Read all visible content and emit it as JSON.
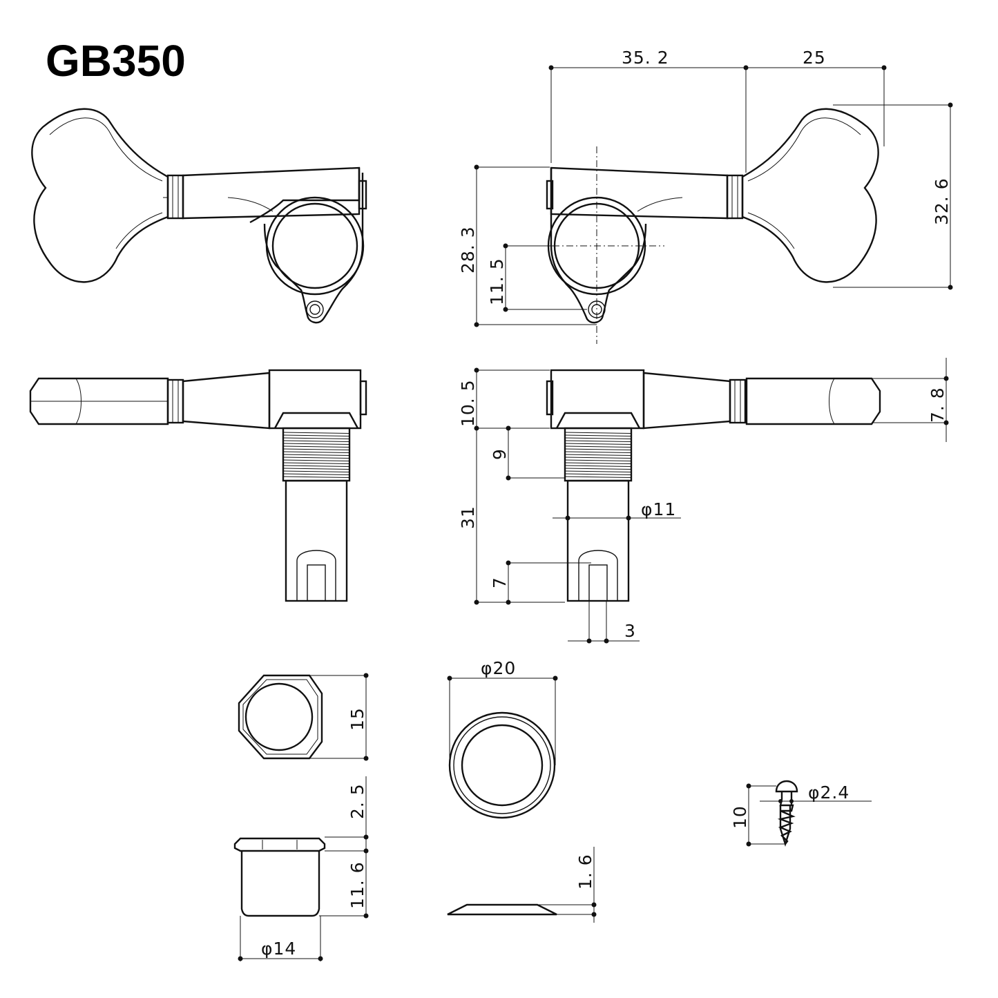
{
  "title": "GB350",
  "dimensions": {
    "post_offset": "35. 2",
    "button_length": "25",
    "button_height": "32. 6",
    "housing_height": "28. 3",
    "mount_hole_offset": "11. 5",
    "housing_thickness": "10. 5",
    "button_thickness": "7. 8",
    "thread_length": "9",
    "post_length": "31",
    "post_diameter": "φ11",
    "slot_depth": "7",
    "slot_width": "3",
    "nut_across_flats": "15",
    "washer_diameter": "φ20",
    "bushing_flange": "2. 5",
    "bushing_length": "11. 6",
    "bushing_diameter": "φ14",
    "washer_thickness": "1. 6",
    "screw_diameter": "φ2.4",
    "screw_length": "10"
  }
}
